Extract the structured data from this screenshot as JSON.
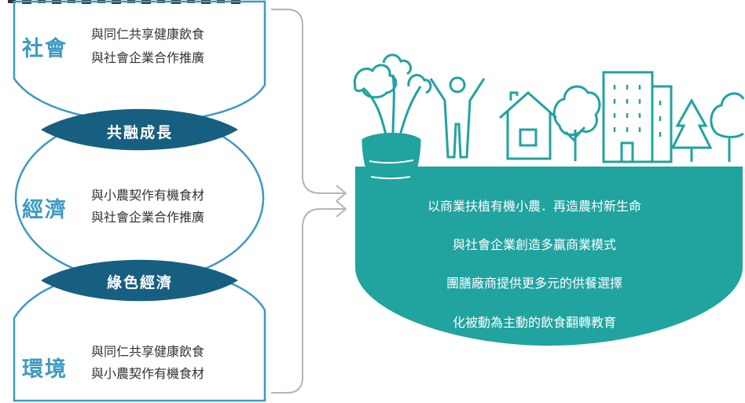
{
  "colors": {
    "blue": "#3d9ac2",
    "navy": "#175f80",
    "teal": "#21a3a0",
    "gray": "#b5b5b5",
    "text": "#333333"
  },
  "sections": [
    {
      "title": "社會",
      "line1": "與同仁共享健康飲食",
      "line2": "與社會企業合作推廣"
    },
    {
      "title": "經濟",
      "line1": "與小農契作有機食材",
      "line2": "與社會企業合作推廣"
    },
    {
      "title": "環境",
      "line1": "與同仁共享健康飲食",
      "line2": "與小農契作有機食材"
    }
  ],
  "overlaps": [
    "共融成長",
    "綠色經濟"
  ],
  "benefits": [
    "以商業扶植有機小農．再造農村新生命",
    "與社會企業創造多贏商業模式",
    "團膳廠商提供更多元的供餐選擇",
    "化被動為主動的飲食翻轉教育"
  ],
  "icons": [
    "carrot-icon",
    "person-icon",
    "house-icon",
    "tree-icon",
    "building-icon",
    "pine-tree-icon"
  ]
}
